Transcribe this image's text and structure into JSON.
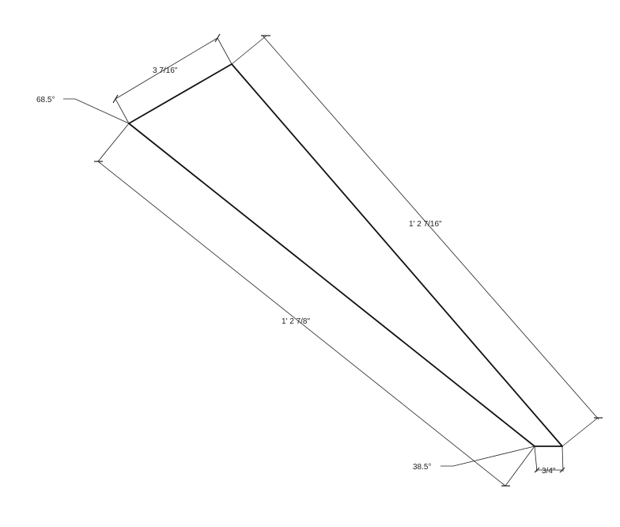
{
  "dimensions": {
    "top_edge": "3 7/16\"",
    "right_edge": "1' 2 7/16\"",
    "left_edge": "1' 2 7/8\"",
    "bottom_edge": "3/4\""
  },
  "angles": {
    "top_left": "68.5°",
    "bottom_left": "38.5°"
  },
  "colors": {
    "line": "#111111",
    "background": "#ffffff"
  }
}
